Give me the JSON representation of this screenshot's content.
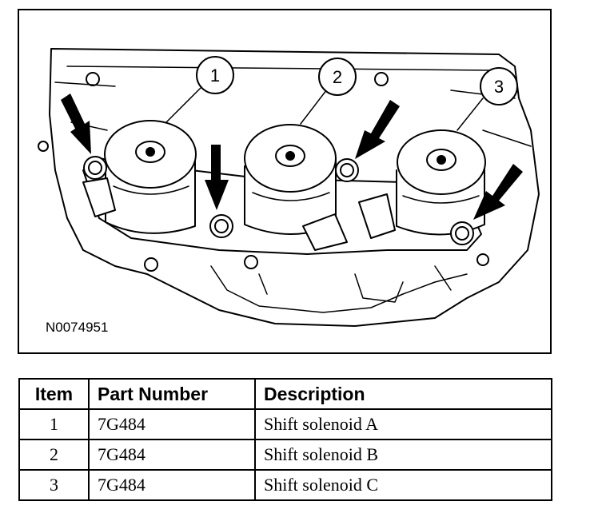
{
  "figure": {
    "id": "N0074951",
    "callouts": [
      "1",
      "2",
      "3"
    ]
  },
  "table": {
    "headers": [
      "Item",
      "Part Number",
      "Description"
    ],
    "rows": [
      {
        "item": "1",
        "part_number": "7G484",
        "description": "Shift solenoid A"
      },
      {
        "item": "2",
        "part_number": "7G484",
        "description": "Shift solenoid B"
      },
      {
        "item": "3",
        "part_number": "7G484",
        "description": "Shift solenoid C"
      }
    ]
  }
}
